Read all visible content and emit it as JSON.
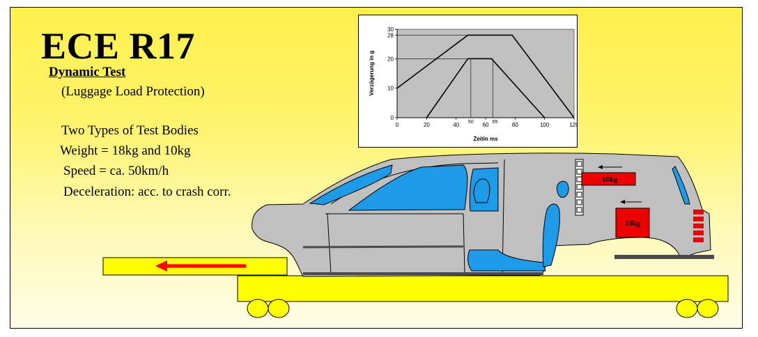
{
  "title": "ECE R17",
  "subtitle": "Dynamic Test",
  "subtitle2": "(Luggage Load Protection)",
  "specs": [
    "Two Types of Test Bodies",
    "Weight = 18kg and 10kg",
    "Speed = ca. 50km/h",
    "Deceleration: acc. to crash corr."
  ],
  "loads": [
    {
      "label": "10kg"
    },
    {
      "label": "18kg"
    }
  ],
  "chart_data": {
    "type": "line",
    "xlabel": "Zeitin ms",
    "ylabel": "Verzögerung in g",
    "xlim": [
      0,
      120
    ],
    "ylim": [
      0,
      30
    ],
    "xticks": [
      0,
      20,
      40,
      60,
      80,
      100,
      120
    ],
    "xticks_extra": [
      50,
      65
    ],
    "yticks": [
      0,
      10,
      20,
      28,
      30
    ],
    "series": [
      {
        "x": [
          0,
          48,
          78,
          120
        ],
        "y": [
          10,
          28,
          28,
          0
        ]
      },
      {
        "x": [
          20,
          48,
          64,
          100
        ],
        "y": [
          0,
          20,
          20,
          0
        ]
      }
    ],
    "reference_lines": [
      {
        "type": "h",
        "y": 28,
        "x_to": 48
      },
      {
        "type": "h",
        "y": 20,
        "x_to": 48
      },
      {
        "type": "v",
        "x": 50,
        "y_to": 20
      },
      {
        "type": "v",
        "x": 65,
        "y_to": 20
      }
    ],
    "grid": false
  },
  "colors": {
    "car_body": "#c0c0c0",
    "glass": "#1e9be8",
    "load": "#ee0000",
    "sled": "#ffff00",
    "arrow": "#ff0000"
  }
}
